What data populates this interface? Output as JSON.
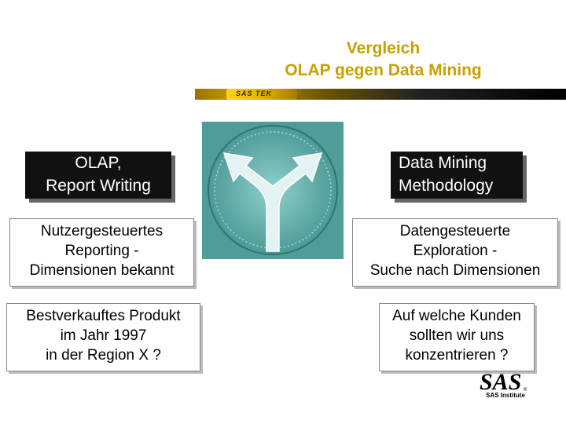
{
  "title": {
    "line1": "Vergleich",
    "line2": "OLAP gegen Data Mining"
  },
  "banner": {
    "brand": "SAS TEK"
  },
  "left": {
    "header_line1": "OLAP,",
    "header_line2": "Report Writing",
    "desc_line1": "Nutzergesteuertes",
    "desc_line2": "Reporting -",
    "desc_line3": "Dimensionen bekannt",
    "question_line1": "Bestverkauftes Produkt",
    "question_line2": "im Jahr 1997",
    "question_line3": "in der Region X ?"
  },
  "right": {
    "header_line1": "Data Mining",
    "header_line2": "Methodology",
    "desc_line1": "Datengesteuerte",
    "desc_line2": "Exploration -",
    "desc_line3": "Suche nach Dimensionen",
    "question_line1": "Auf welche Kunden",
    "question_line2": "sollten wir uns",
    "question_line3": "konzentrieren ?"
  },
  "logo": {
    "mark": "SAS",
    "caption": "SAS Institute"
  },
  "colors": {
    "title": "#c8a000",
    "header_bg": "#111111",
    "arrow_panel": "#5fa8a4"
  }
}
